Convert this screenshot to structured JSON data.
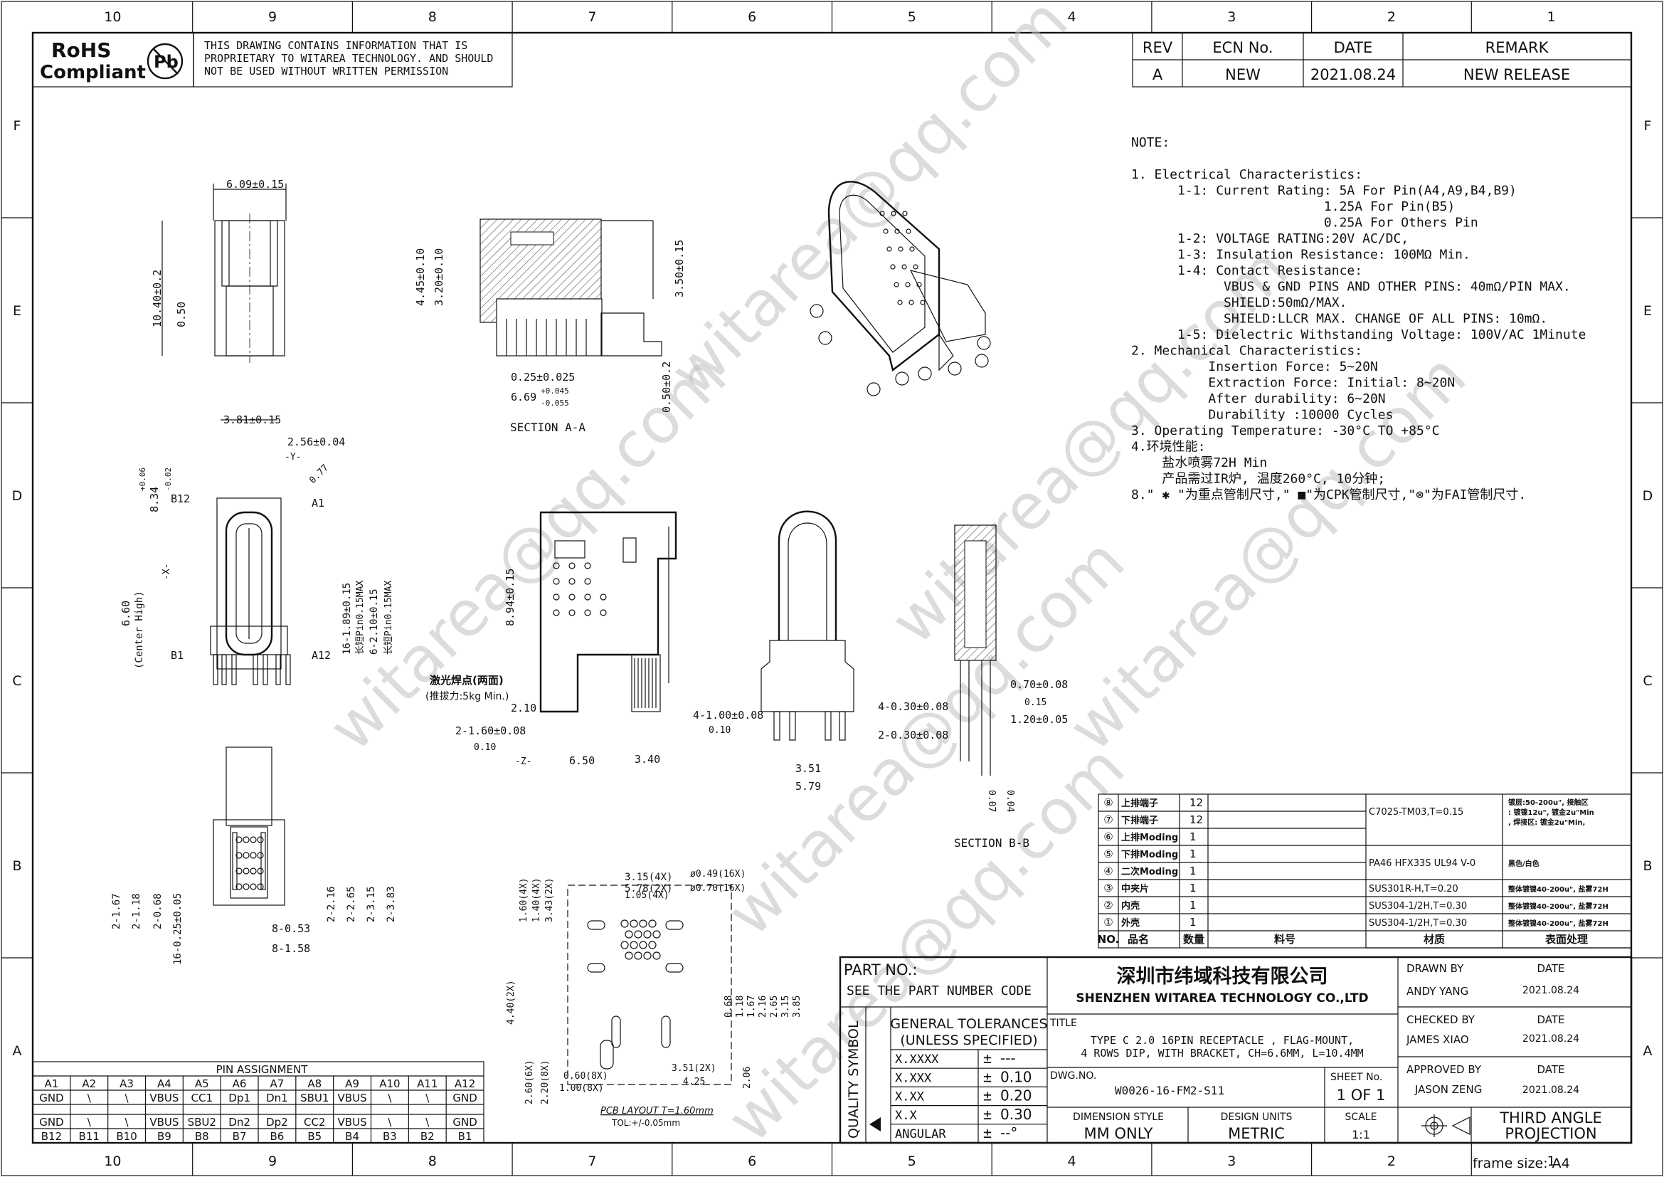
{
  "border": {
    "columns": [
      "10",
      "9",
      "8",
      "7",
      "6",
      "5",
      "4",
      "3",
      "2",
      "1"
    ],
    "rows": [
      "F",
      "E",
      "D",
      "C",
      "B",
      "A"
    ]
  },
  "header": {
    "rohs_line1": "RoHS",
    "rohs_line2": "Compliant",
    "pb_mark": "Pb",
    "notice": [
      "THIS DRAWING CONTAINS INFORMATION THAT IS",
      "PROPRIETARY TO WITAREA TECHNOLOGY. AND SHOULD",
      "NOT BE USED WITHOUT WRITTEN PERMISSION"
    ]
  },
  "revision": {
    "headers": [
      "REV",
      "ECN No.",
      "DATE",
      "REMARK"
    ],
    "row": [
      "A",
      "NEW",
      "2021.08.24",
      "NEW RELEASE"
    ]
  },
  "notes": [
    "NOTE:",
    "",
    "1. Electrical Characteristics:",
    "      1-1: Current Rating: 5A For Pin(A4,A9,B4,B9)",
    "                         1.25A For Pin(B5)",
    "                         0.25A For Others Pin",
    "      1-2: VOLTAGE RATING:20V AC/DC,",
    "      1-3: Insulation Resistance: 100MΩ Min.",
    "      1-4: Contact Resistance:",
    "            VBUS & GND PINS AND OTHER PINS: 40mΩ/PIN MAX.",
    "            SHIELD:50mΩ/MAX.",
    "            SHIELD:LLCR MAX. CHANGE OF ALL PINS: 10mΩ.",
    "      1-5: Dielectric Withstanding Voltage: 100V/AC 1Minute",
    "2. Mechanical Characteristics:",
    "          Insertion Force: 5~20N",
    "          Extraction Force: Initial: 8~20N",
    "          After durability: 6~20N",
    "          Durability :10000 Cycles",
    "3. Operating Temperature: -30°C TO +85°C",
    "4.环境性能:",
    "    盐水喷雾72H Min",
    "    产品需过IR炉, 温度260°C, 10分钟;",
    "8.\" ✱ \"为重点管制尺寸,\" ■\"为CPK管制尺寸,\"⊗\"为FAI管制尺寸."
  ],
  "watermark": "witarea@qq.com",
  "views": {
    "section_aa": "SECTION A-A",
    "section_bb": "SECTION B-B",
    "pcb_layout": "PCB LAYOUT T=1.60mm",
    "pcb_tol": "TOL:+/-0.05mm",
    "laser_note": "激光焊点(两面)",
    "push_note": "(推拔力:5kg Min.)"
  },
  "dims": {
    "d1": "6.09±0.15",
    "d2": "10.40±0.2",
    "d3": "0.50",
    "d4": "4.45±0.10",
    "d5": "3.20±0.10",
    "d6": "3.50±0.15",
    "d7": "0.25±0.025",
    "d8": "6.69",
    "d8a": "+0.045",
    "d8b": "-0.055",
    "d9": "0.50±0.2",
    "d10": "3.81±0.15",
    "d11": "2.56±0.04",
    "d12": "0.77",
    "d13": "8.34",
    "d13a": "+0.06",
    "d13b": "-0.02",
    "d14": "6.60",
    "d14b": "(Center High)",
    "d15": "16-1.89±0.15",
    "d15b": "长短Pin0.15MAX",
    "d16": "6-2.10±0.15",
    "d16b": "长短Pin0.15MAX",
    "d17": "8.94±0.15",
    "d18": "2.10",
    "d19": "2-1.60±0.08",
    "d19b": "0.10",
    "d20": "6.50",
    "d21": "3.40",
    "d22": "4-1.00±0.08",
    "d22b": "0.10",
    "d23": "4-0.30±0.08",
    "d24": "2-0.30±0.08",
    "d25": "3.51",
    "d26": "5.79",
    "d27": "0.70±0.08",
    "d28": "0.15",
    "d29": "1.20±0.05",
    "d30": "0.07",
    "d31": "0.04",
    "d32": "2-1.67",
    "d33": "2-1.18",
    "d34": "2-0.68",
    "d35": "16-0.25±0.05",
    "d36": "8-0.53",
    "d37": "8-1.58",
    "d38": "2-2.16",
    "d39": "2-2.65",
    "d40": "2-3.15",
    "d41": "2-3.83",
    "label_a1": "A1",
    "label_b12": "B12",
    "label_b1": "B1",
    "label_a12": "A12",
    "datum_x": "-X-",
    "datum_y": "-Y-",
    "datum_z": "-Z-",
    "pcb_578": "5.78(2X)",
    "pcb_315": "3.15(4X)",
    "pcb_105": "1.05(4X)",
    "pcb_049": "ø0.49(16X)",
    "pcb_070": "ø0.70(16X)",
    "pcb_160": "1.60(4X)",
    "pcb_140": "1.40(4X)",
    "pcb_343": "3.43(2X)",
    "pcb_440": "4.40(2X)",
    "pcb_260": "2.60(6X)",
    "pcb_220": "2.20(8X)",
    "pcb_060": "0.60(8X)",
    "pcb_100": "1.00(8X)",
    "pcb_351": "3.51(2X)",
    "pcb_425": "4.25",
    "pcb_206": "2.06",
    "pcb_v": [
      "0.68",
      "1.18",
      "1.67",
      "2.16",
      "2.65",
      "3.15",
      "3.85"
    ]
  },
  "pin_assignment": {
    "title": "PIN ASSIGNMENT",
    "top_header": [
      "A1",
      "A2",
      "A3",
      "A4",
      "A5",
      "A6",
      "A7",
      "A8",
      "A9",
      "A10",
      "A11",
      "A12"
    ],
    "top_row": [
      "GND",
      "\\",
      "\\",
      "VBUS",
      "CC1",
      "Dp1",
      "Dn1",
      "SBU1",
      "VBUS",
      "\\",
      "\\",
      "GND"
    ],
    "bottom_row": [
      "GND",
      "\\",
      "\\",
      "VBUS",
      "SBU2",
      "Dn2",
      "Dp2",
      "CC2",
      "VBUS",
      "\\",
      "\\",
      "GND"
    ],
    "bottom_header": [
      "B12",
      "B11",
      "B10",
      "B9",
      "B8",
      "B7",
      "B6",
      "B5",
      "B4",
      "B3",
      "B2",
      "B1"
    ]
  },
  "bom": {
    "rows": [
      {
        "no": "⑧",
        "name": "上排端子",
        "qty": "12",
        "material": "C7025-TM03,T=0.15",
        "finish": "镀层:50-200u\", 接触区: 镀镍12u\", 镀金2u\"Min, 焊接区: 镀金2u\"Min,"
      },
      {
        "no": "⑦",
        "name": "下排端子",
        "qty": "12",
        "material": "",
        "finish": ""
      },
      {
        "no": "⑥",
        "name": "上排Moding",
        "qty": "1",
        "material": "",
        "finish": ""
      },
      {
        "no": "⑤",
        "name": "下排Moding",
        "qty": "1",
        "material": "PA46 HFX33S UL94 V-0",
        "finish": "黑色/白色"
      },
      {
        "no": "④",
        "name": "二次Moding",
        "qty": "1",
        "material": "",
        "finish": ""
      },
      {
        "no": "③",
        "name": "中夹片",
        "qty": "1",
        "material": "SUS301R-H,T=0.20",
        "finish": "整体镀镍40-200u\", 盐雾72H"
      },
      {
        "no": "②",
        "name": "内壳",
        "qty": "1",
        "material": "SUS304-1/2H,T=0.30",
        "finish": "整体镀镍40-200u\", 盐雾72H"
      },
      {
        "no": "①",
        "name": "外壳",
        "qty": "1",
        "material": "SUS304-1/2H,T=0.30",
        "finish": "整体镀镍40-200u\", 盐雾72H"
      }
    ],
    "header": [
      "NO.",
      "品名",
      "数量",
      "料号",
      "材质",
      "表面处理"
    ]
  },
  "title_block": {
    "part_no_label": "PART NO.:",
    "part_no_value": "SEE THE PART NUMBER CODE",
    "company_cn": "深圳市纬域科技有限公司",
    "company_en": "SHENZHEN WITAREA TECHNOLOGY CO.,LTD",
    "quality_symbol": "QUALITY SYMBOL",
    "tol_title1": "GENERAL TOLERANCES",
    "tol_title2": "(UNLESS SPECIFIED)",
    "tol_rows": [
      {
        "k": "X.XXXX",
        "v": "---"
      },
      {
        "k": "X.XXX",
        "v": "0.10"
      },
      {
        "k": "X.XX",
        "v": "0.20"
      },
      {
        "k": "X.X",
        "v": "0.30"
      },
      {
        "k": "ANGULAR",
        "v": "--°"
      }
    ],
    "title_label": "TITLE",
    "title_line1": "TYPE C 2.0 16PIN RECEPTACLE , FLAG-MOUNT,",
    "title_line2": "4 ROWS DIP, WITH BRACKET, CH=6.6MM, L=10.4MM",
    "dwg_label": "DWG.NO.",
    "dwg_no": "W0026-16-FM2-S11",
    "sheet_label": "SHEET No.",
    "sheet_value": "1 OF 1",
    "dim_style_label": "DIMENSION STYLE",
    "dim_style": "MM ONLY",
    "units_label": "DESIGN UNITS",
    "units": "METRIC",
    "scale_label": "SCALE",
    "scale": "1:1",
    "drawn_label": "DRAWN BY",
    "drawn_by": "ANDY YANG",
    "checked_label": "CHECKED BY",
    "checked_by": "JAMES XIAO",
    "approved_label": "APPROVED BY",
    "approved_by": "JASON ZENG",
    "date_label": "DATE",
    "date": "2021.08.24",
    "projection": [
      "THIRD ANGLE",
      "PROJECTION"
    ],
    "frame_size": "frame size: A4"
  }
}
